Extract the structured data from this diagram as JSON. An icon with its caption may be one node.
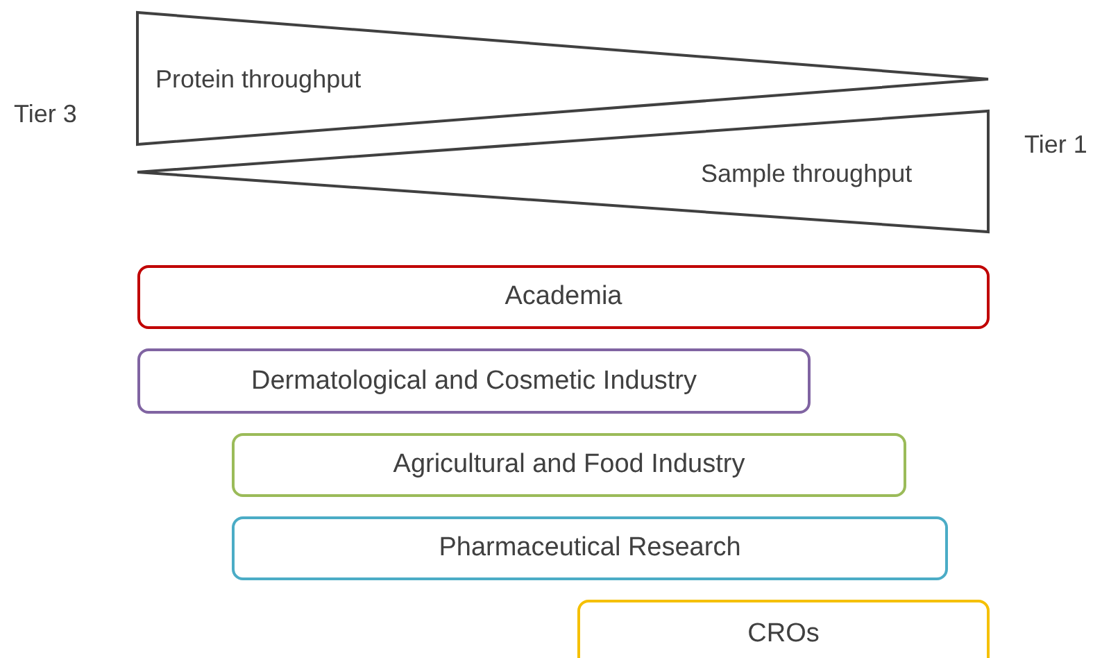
{
  "diagram": {
    "nodes": [
      {
        "text": [
          "Protein throughput"
        ]
      },
      {
        "text": [
          "Sample throughput"
        ]
      },
      {
        "text": [
          "Academia"
        ]
      },
      {
        "text": [
          "Dermatological and Cosmetic Industry"
        ]
      },
      {
        "text": [
          "Agricultural and Food Industry"
        ]
      },
      {
        "text": [
          "Pharmaceutical Research"
        ]
      },
      {
        "text": [
          "CROs"
        ]
      }
    ],
    "labels": [
      "Tier 3",
      "Tier 1"
    ]
  }
}
